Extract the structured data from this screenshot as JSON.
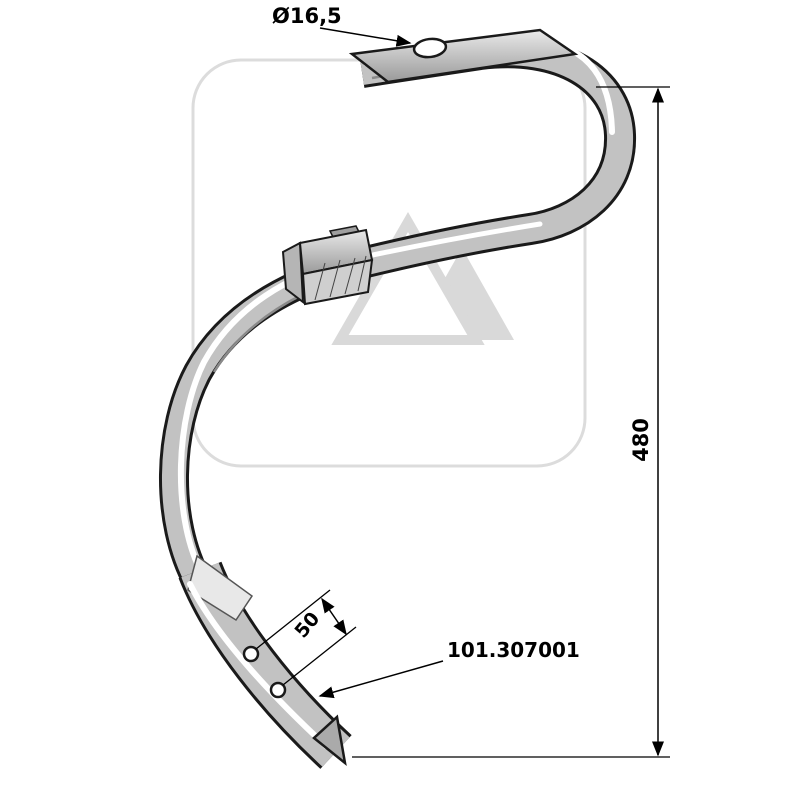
{
  "labels": {
    "hole_diameter": "Ø16,5",
    "overall_height": "480",
    "hole_spacing": "50",
    "part_number": "101.307001"
  },
  "colors": {
    "outline": "#1a1a1a",
    "metal_body": "#c2c2c2",
    "metal_highlight": "#ffffff",
    "dimension_lines": "#000000",
    "watermark": "#d9d9d9",
    "background": "#ffffff"
  },
  "icons": {
    "watermark_logo": "double-triangle-brand-watermark"
  }
}
